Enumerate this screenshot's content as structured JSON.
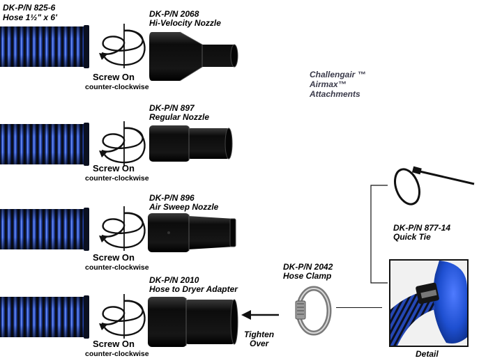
{
  "hose": {
    "pn": "DK-P/N 825-6",
    "desc": "Hose 1½\" x 6'"
  },
  "rows": [
    {
      "pn": "DK-P/N 2068",
      "desc": "Hi-Velocity Nozzle",
      "screw": "Screw On",
      "dir": "counter-clockwise"
    },
    {
      "pn": "DK-P/N 897",
      "desc": "Regular Nozzle",
      "screw": "Screw On",
      "dir": "counter-clockwise"
    },
    {
      "pn": "DK-P/N 896",
      "desc": "Air Sweep Nozzle",
      "screw": "Screw On",
      "dir": "counter-clockwise"
    },
    {
      "pn": "DK-P/N 2010",
      "desc": "Hose to Dryer Adapter",
      "screw": "Screw On",
      "dir": "counter-clockwise"
    }
  ],
  "title": {
    "line1": "Challengair ™",
    "line2": "Airmax™",
    "line3": "Attachments"
  },
  "quick_tie": {
    "pn": "DK-P/N 877-14",
    "desc": "Quick Tie"
  },
  "clamp": {
    "pn": "DK-P/N 2042",
    "desc": "Hose Clamp"
  },
  "tighten": {
    "line1": "Tighten",
    "line2": "Over"
  },
  "detail": {
    "label": "Detail"
  },
  "colors": {
    "hose_blue": "#1f3fa8",
    "hose_dark": "#0a0f1e",
    "part_black": "#141414",
    "dryer_blue": "#1e4fd0"
  },
  "icons": {
    "spiral": "counter-clockwise-spiral-icon",
    "arrow": "left-arrow-icon"
  }
}
